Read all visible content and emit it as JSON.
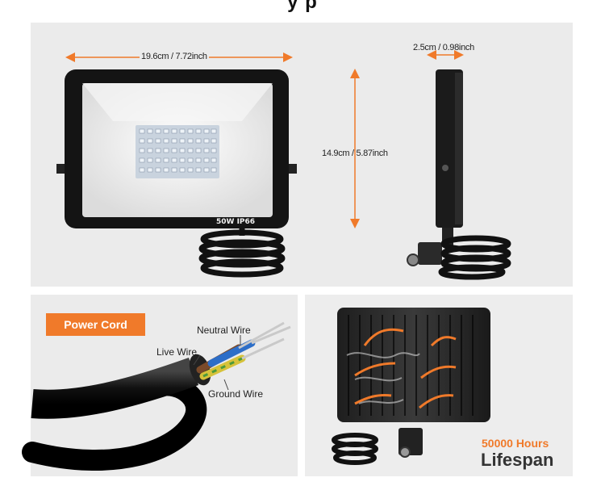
{
  "header": {
    "title_cut": "y                 p"
  },
  "dimensions": {
    "width": "19.6cm / 7.72inch",
    "depth": "2.5cm / 0.98inch",
    "height": "14.9cm / 5.87inch"
  },
  "front_light": {
    "watermark": "50W  IP66"
  },
  "cord": {
    "badge": "Power Cord",
    "neutral": "Neutral Wire",
    "live": "Live Wire",
    "ground": "Ground Wire"
  },
  "lifespan": {
    "hours": "50000 Hours",
    "label": "Lifespan"
  },
  "colors": {
    "accent": "#f07a2a",
    "panel": "#ebebeb",
    "housing": "#111111"
  }
}
